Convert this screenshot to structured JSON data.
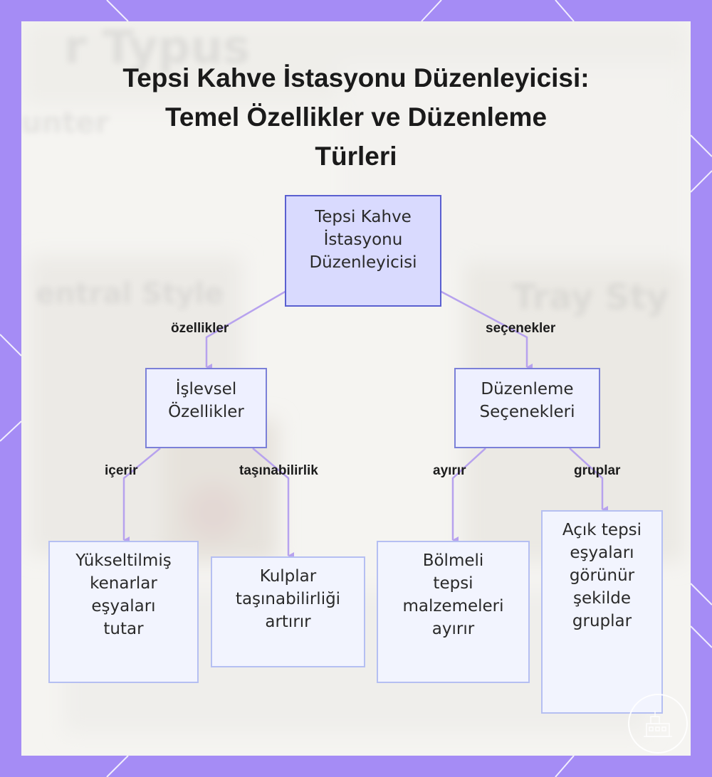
{
  "title": {
    "line1": "Tepsi Kahve İstasyonu Düzenleyicisi:",
    "line2": "Temel Özellikler ve Düzenleme",
    "line3": "Türleri"
  },
  "colors": {
    "frame": "#a58cf5",
    "panel": "#f5f4f1",
    "root_fill": "#d9dafe",
    "root_border": "#5a5fd0",
    "mid_fill": "#eef0ff",
    "leaf_fill": "#f2f4fe",
    "edge": "#b7a2ee"
  },
  "nodes": {
    "root": "Tepsi Kahve\nİstasyonu\nDüzenleyicisi",
    "functional": "İşlevsel\nÖzellikler",
    "organizing": "Düzenleme\nSeçenekleri",
    "raised_edges": "Yükseltilmiş\nkenarlar\neşyaları\ntutar",
    "handles": "Kulplar\ntaşınabilirliği\nartırır",
    "compartment": "Bölmeli\ntepsi\nmalzemeleri\nayırır",
    "open_tray": "Açık tepsi\neşyaları\ngörünür\nşekilde\ngruplar"
  },
  "edge_labels": {
    "features": "özellikler",
    "options": "seçenekler",
    "contains": "içerir",
    "portability": "taşınabilirlik",
    "separates": "ayırır",
    "groups": "gruplar"
  }
}
